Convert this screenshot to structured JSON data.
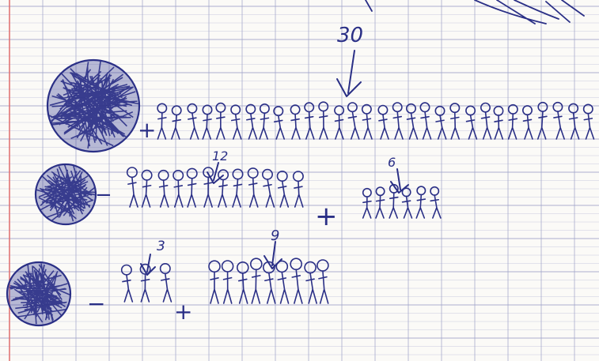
{
  "photo": {
    "paper_color": "#fbfaf7",
    "grid_color": "#9fa3c9",
    "margin_color": "#e06d6d",
    "ink_color": "#2a2f86"
  },
  "annotations": {
    "top_number": "30",
    "row2_number": "12",
    "row2_second_number": "6",
    "row3_number": "3",
    "row3_second_number": "9"
  },
  "operators": {
    "row1_plus": "+",
    "row2_minus": "−",
    "row2_plus": "+",
    "row3_minus": "−",
    "row3_plus": "+"
  }
}
